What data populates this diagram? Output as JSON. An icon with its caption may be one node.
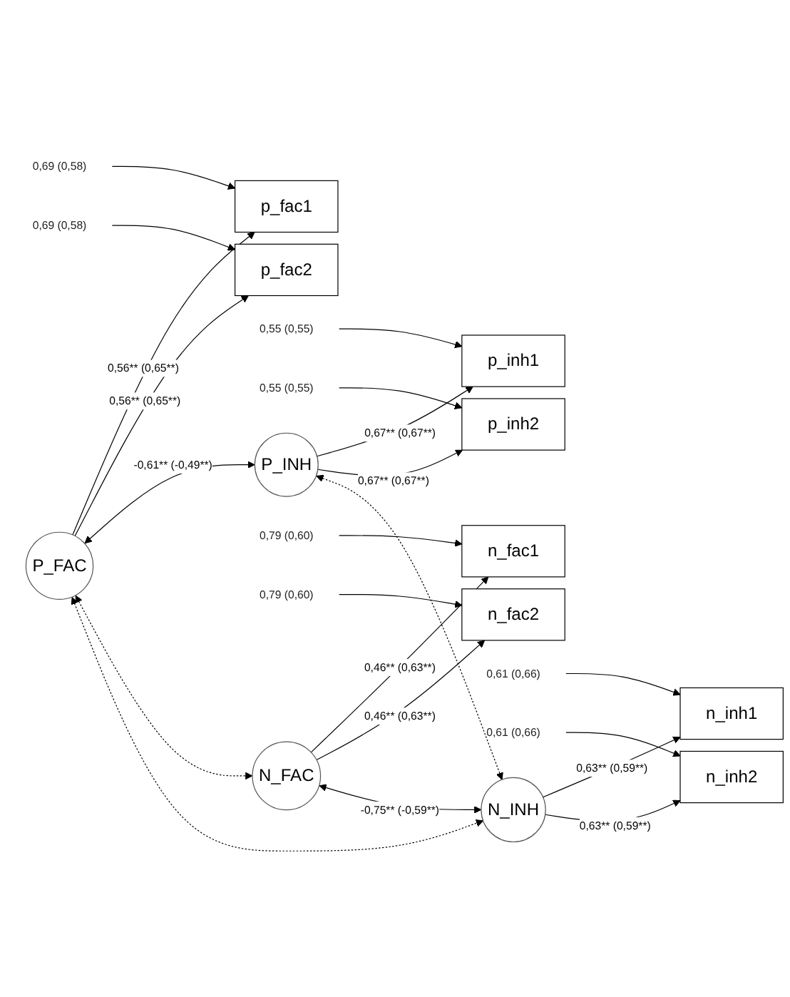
{
  "diagram": {
    "nodes": [
      {
        "text": [
          "0,69 (0,58)"
        ]
      },
      {
        "text": [
          "p_fac1"
        ]
      },
      {
        "text": [
          "0,69 (0,58)"
        ]
      },
      {
        "text": [
          "p_fac2"
        ]
      },
      {
        "text": [
          "P_FAC"
        ]
      },
      {
        "text": [
          "0,55 (0,55)"
        ]
      },
      {
        "text": [
          "p_inh1"
        ]
      },
      {
        "text": [
          "0,55 (0,55)"
        ]
      },
      {
        "text": [
          "p_inh2"
        ]
      },
      {
        "text": [
          "P_INH"
        ]
      },
      {
        "text": [
          "0,79 (0,60)"
        ]
      },
      {
        "text": [
          "n_fac1"
        ]
      },
      {
        "text": [
          "0,79 (0,60)"
        ]
      },
      {
        "text": [
          "n_fac2"
        ]
      },
      {
        "text": [
          "N_FAC"
        ]
      },
      {
        "text": [
          "0,61 (0,66)"
        ]
      },
      {
        "text": [
          "n_inh1"
        ]
      },
      {
        "text": [
          "0,61 (0,66)"
        ]
      },
      {
        "text": [
          "n_inh2"
        ]
      },
      {
        "text": [
          "N_INH"
        ]
      }
    ],
    "edges": [
      {
        "from": 0,
        "to": 1,
        "arrow": "to"
      },
      {
        "from": 2,
        "to": 3,
        "arrow": "to"
      },
      {
        "from": 4,
        "to": 1,
        "arrow": "to",
        "label": "0,56** (0,65**)"
      },
      {
        "from": 4,
        "to": 3,
        "arrow": "to",
        "label": "0,56** (0,65**)"
      },
      {
        "from": 5,
        "to": 6,
        "arrow": "to"
      },
      {
        "from": 7,
        "to": 8,
        "arrow": "to"
      },
      {
        "from": 9,
        "to": 6,
        "arrow": "to",
        "label": "0,67** (0,67**)"
      },
      {
        "from": 9,
        "to": 8,
        "arrow": "to",
        "label": "0,67** (0,67**)"
      },
      {
        "from": 4,
        "to": 9,
        "arrow": "both",
        "label": "-0,61** (-0,49**)"
      },
      {
        "from": 10,
        "to": 11,
        "arrow": "to"
      },
      {
        "from": 12,
        "to": 13,
        "arrow": "to"
      },
      {
        "from": 14,
        "to": 11,
        "arrow": "to",
        "label": "0,46** (0,63**)"
      },
      {
        "from": 14,
        "to": 13,
        "arrow": "to",
        "label": "0,46** (0,63**)"
      },
      {
        "from": 15,
        "to": 16,
        "arrow": "to"
      },
      {
        "from": 17,
        "to": 18,
        "arrow": "to"
      },
      {
        "from": 19,
        "to": 16,
        "arrow": "to",
        "label": "0,63** (0,59**)"
      },
      {
        "from": 19,
        "to": 18,
        "arrow": "to",
        "label": "0,63** (0,59**)"
      },
      {
        "from": 14,
        "to": 19,
        "arrow": "both",
        "label": "-0,75** (-0,59**)"
      },
      {
        "from": 4,
        "to": 14,
        "arrow": "both",
        "style": "dashed"
      },
      {
        "from": 4,
        "to": 19,
        "arrow": "both",
        "style": "dashed"
      },
      {
        "from": 9,
        "to": 19,
        "arrow": "both",
        "style": "dashed"
      }
    ]
  }
}
